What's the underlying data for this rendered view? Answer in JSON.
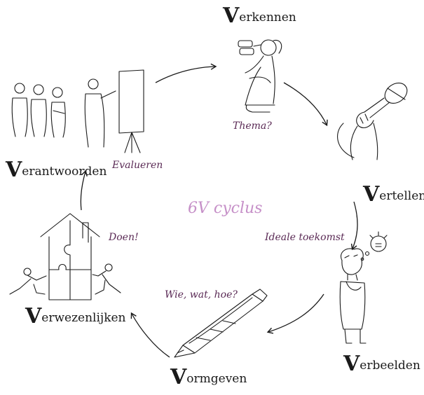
{
  "diagram": {
    "center_title": "6V cyclus",
    "stages": [
      {
        "id": "verkennen",
        "initial": "V",
        "rest": "erkennen",
        "illustration": "binoculars-person-icon"
      },
      {
        "id": "vertellen",
        "initial": "V",
        "rest": "ertellen",
        "illustration": "microphone-icon"
      },
      {
        "id": "verbeelden",
        "initial": "V",
        "rest": "erbeelden",
        "illustration": "thinking-person-icon"
      },
      {
        "id": "vormgeven",
        "initial": "V",
        "rest": "ormgeven",
        "illustration": "pen-icon"
      },
      {
        "id": "verwezenlijken",
        "initial": "V",
        "rest": "erwezenlijken",
        "illustration": "puzzle-house-icon"
      },
      {
        "id": "verantwoorden",
        "initial": "V",
        "rest": "erantwoorden",
        "illustration": "team-presentation-icon"
      }
    ],
    "notes": {
      "thema": "Thema?",
      "ideale_toekomst": "Ideale toekomst",
      "wie_wat_hoe": "Wie, wat, hoe?",
      "doen": "Doen!",
      "evalueren": "Evalueren"
    },
    "colors": {
      "ink": "#1a1a1a",
      "note": "#5a2a55",
      "center": "#c690c8"
    }
  }
}
